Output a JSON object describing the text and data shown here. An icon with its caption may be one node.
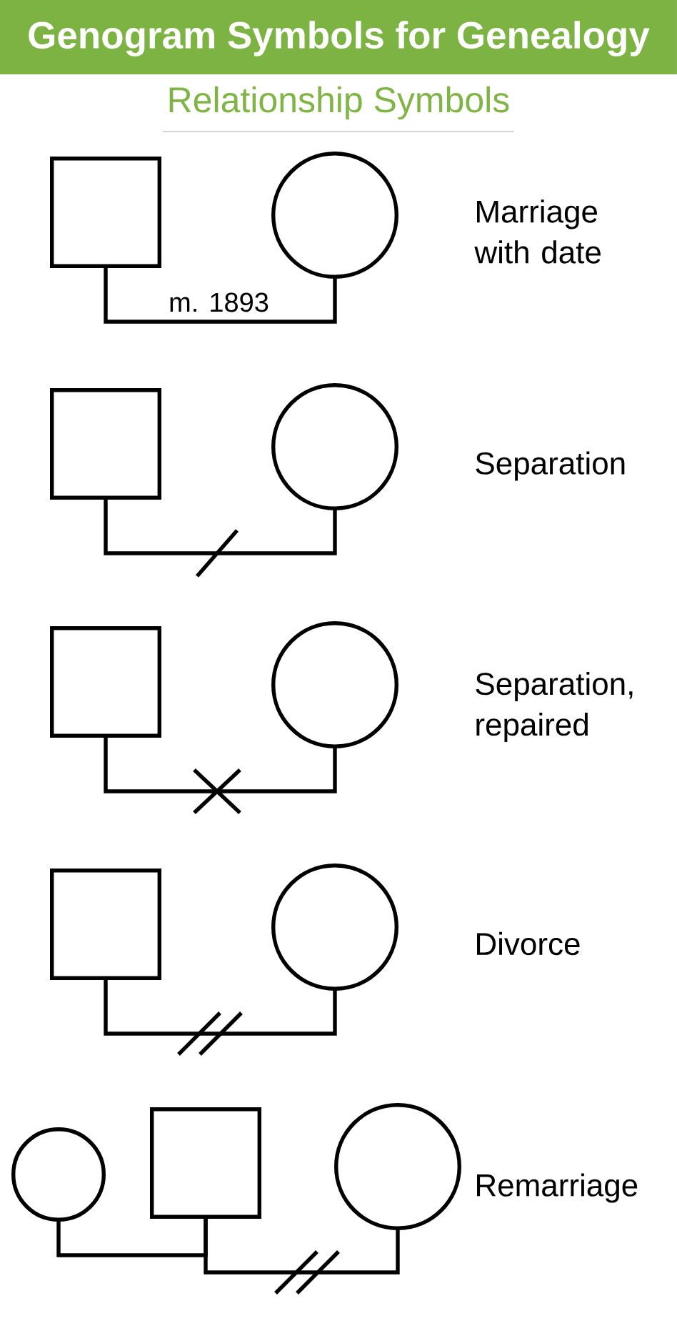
{
  "diagram": {
    "title": "Genogram Symbols for Genealogy",
    "nodes": [
      {
        "text": [],
        "shape": "box"
      },
      {
        "text": [],
        "shape": "circle"
      },
      {
        "text": [],
        "shape": "box"
      },
      {
        "text": [],
        "shape": "circle"
      },
      {
        "text": [],
        "shape": "box"
      },
      {
        "text": [],
        "shape": "circle"
      },
      {
        "text": [],
        "shape": "box"
      },
      {
        "text": [],
        "shape": "circle"
      },
      {
        "text": [],
        "shape": "circle"
      },
      {
        "text": [],
        "shape": "box"
      },
      {
        "text": [],
        "shape": "circle"
      }
    ],
    "edges": [
      {
        "from": 0,
        "to": 1,
        "arrow": "none",
        "label": "m. 1893"
      },
      {
        "from": 2,
        "to": 3,
        "arrow": "none"
      },
      {
        "from": 4,
        "to": 5,
        "arrow": "none"
      },
      {
        "from": 6,
        "to": 7,
        "arrow": "none"
      },
      {
        "from": 8,
        "to": 9,
        "arrow": "none"
      },
      {
        "from": 9,
        "to": 10,
        "arrow": "none"
      }
    ],
    "labels": [
      "Relationship Symbols",
      "Marriage with date",
      "Separation",
      "Separation, repaired",
      "Divorce",
      "Remarriage"
    ]
  }
}
